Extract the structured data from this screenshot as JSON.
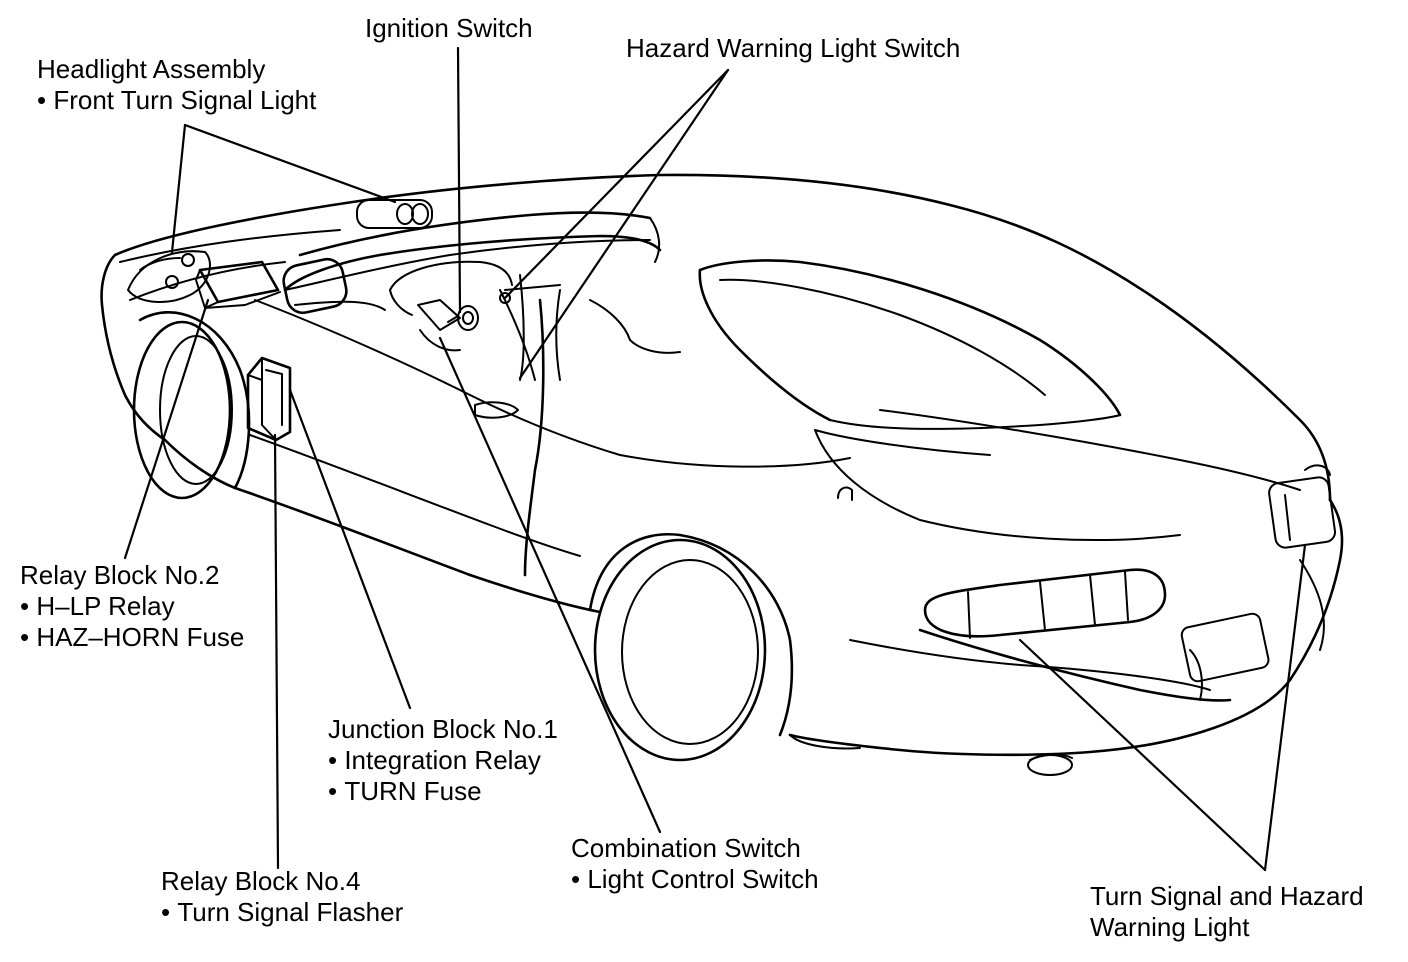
{
  "labels": {
    "ignition_switch": {
      "title": "Ignition Switch"
    },
    "hazard_switch": {
      "title": "Hazard Warning Light Switch"
    },
    "headlight_assembly": {
      "title": "Headlight Assembly",
      "items": [
        "Front Turn Signal Light"
      ]
    },
    "relay_block_2": {
      "title": "Relay Block No.2",
      "items": [
        "H–LP Relay",
        "HAZ–HORN Fuse"
      ]
    },
    "junction_block_1": {
      "title": "Junction Block No.1",
      "items": [
        "Integration Relay",
        "TURN Fuse"
      ]
    },
    "relay_block_4": {
      "title": "Relay Block No.4",
      "items": [
        "Turn Signal Flasher"
      ]
    },
    "combination_switch": {
      "title": "Combination Switch",
      "items": [
        "Light Control Switch"
      ]
    },
    "turn_signal_light": {
      "title_lines": [
        "Turn Signal and Hazard",
        "Warning Light"
      ]
    }
  }
}
